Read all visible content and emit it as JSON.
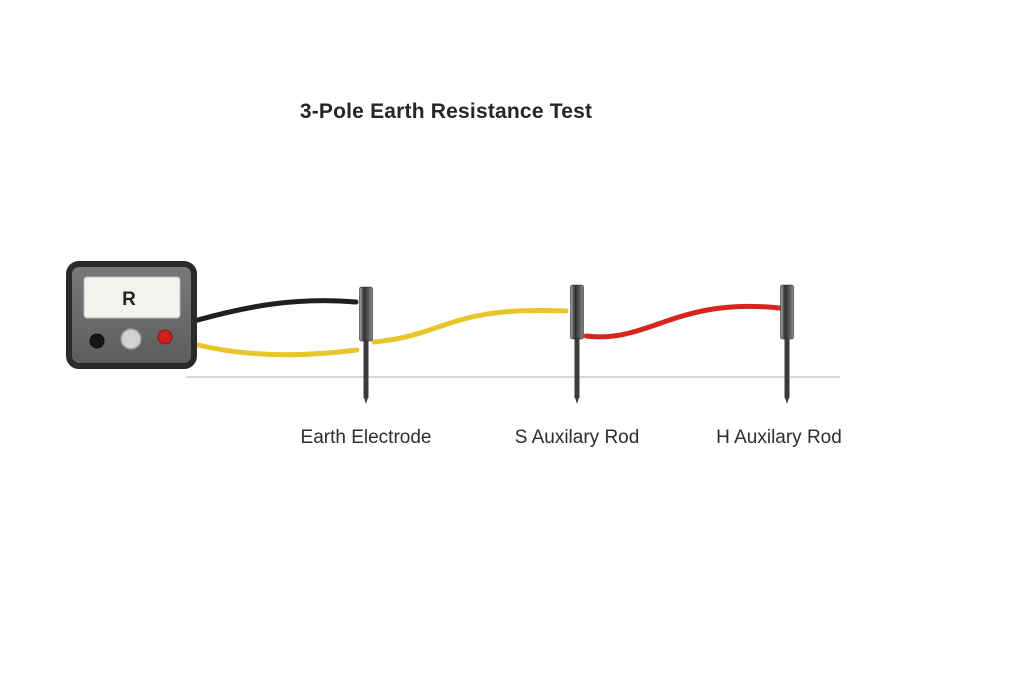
{
  "title": "3-Pole Earth Resistance Test",
  "meter": {
    "display_label": "R"
  },
  "rods": {
    "earth": {
      "label": "Earth Electrode"
    },
    "s": {
      "label": "S Auxilary Rod"
    },
    "h": {
      "label": "H Auxilary Rod"
    }
  },
  "colors": {
    "wire_black": "#1f1f1f",
    "wire_yellow": "#e8c62b",
    "wire_red": "#d7251d",
    "knob_black": "#161616",
    "knob_gray": "#d2d2d2",
    "knob_red": "#cf1f1f",
    "ground_line": "#cccccc",
    "meter_body": "#6b6b6b",
    "meter_frame": "#2a2a2a",
    "display_bg": "#f2f2ef"
  }
}
